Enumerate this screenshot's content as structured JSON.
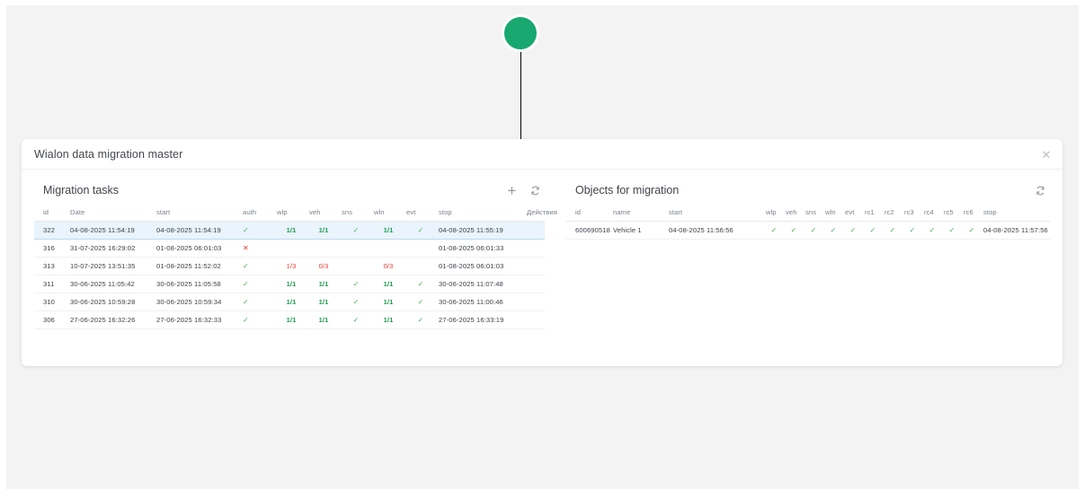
{
  "annotation": {
    "marker_color": "#18a870",
    "points_to": "refresh-icon-migration-tasks"
  },
  "dialog": {
    "title": "Wialon data migration master",
    "close_label": "✕"
  },
  "migration_tasks": {
    "title": "Migration tasks",
    "add_label": "+",
    "refresh_label": "refresh-icon",
    "columns": [
      "id",
      "Date",
      "start",
      "auth",
      "wlp",
      "veh",
      "sns",
      "wln",
      "evt",
      "stop",
      "Действия"
    ],
    "rows": [
      {
        "selected": true,
        "id": "322",
        "date": "04-08-2025 11:54:19",
        "start": "04-08-2025 11:54:19",
        "auth": "✓",
        "auth_state": "ok",
        "wlp": "1/1",
        "wlp_state": "ok",
        "veh": "1/1",
        "veh_state": "ok",
        "sns": "✓",
        "sns_state": "ok",
        "wln": "1/1",
        "wln_state": "ok",
        "evt": "✓",
        "evt_state": "ok",
        "stop": "04-08-2025 11:55:19",
        "actions": ""
      },
      {
        "selected": false,
        "id": "316",
        "date": "31-07-2025 16:29:02",
        "start": "01-08-2025 06:01:03",
        "auth": "✕",
        "auth_state": "bad",
        "wlp": "",
        "wlp_state": "none",
        "veh": "",
        "veh_state": "none",
        "sns": "",
        "sns_state": "none",
        "wln": "",
        "wln_state": "none",
        "evt": "",
        "evt_state": "none",
        "stop": "01-08-2025 06:01:33",
        "actions": ""
      },
      {
        "selected": false,
        "id": "313",
        "date": "10-07-2025 13:51:35",
        "start": "01-08-2025 11:52:02",
        "auth": "✓",
        "auth_state": "ok",
        "wlp": "1/3",
        "wlp_state": "bad",
        "veh": "0/3",
        "veh_state": "bad",
        "sns": "",
        "sns_state": "none",
        "wln": "0/3",
        "wln_state": "bad",
        "evt": "",
        "evt_state": "none",
        "stop": "01-08-2025 06:01:03",
        "actions": ""
      },
      {
        "selected": false,
        "id": "311",
        "date": "30-06-2025 11:05:42",
        "start": "30-06-2025 11:05:58",
        "auth": "✓",
        "auth_state": "ok",
        "wlp": "1/1",
        "wlp_state": "ok",
        "veh": "1/1",
        "veh_state": "ok",
        "sns": "✓",
        "sns_state": "ok",
        "wln": "1/1",
        "wln_state": "ok",
        "evt": "✓",
        "evt_state": "ok",
        "stop": "30-06-2025 11:07:48",
        "actions": ""
      },
      {
        "selected": false,
        "id": "310",
        "date": "30-06-2025 10:59:28",
        "start": "30-06-2025 10:59:34",
        "auth": "✓",
        "auth_state": "ok",
        "wlp": "1/1",
        "wlp_state": "ok",
        "veh": "1/1",
        "veh_state": "ok",
        "sns": "✓",
        "sns_state": "ok",
        "wln": "1/1",
        "wln_state": "ok",
        "evt": "✓",
        "evt_state": "ok",
        "stop": "30-06-2025 11:00:46",
        "actions": ""
      },
      {
        "selected": false,
        "id": "306",
        "date": "27-06-2025 16:32:26",
        "start": "27-06-2025 16:32:33",
        "auth": "✓",
        "auth_state": "ok",
        "wlp": "1/1",
        "wlp_state": "ok",
        "veh": "1/1",
        "veh_state": "ok",
        "sns": "✓",
        "sns_state": "ok",
        "wln": "1/1",
        "wln_state": "ok",
        "evt": "✓",
        "evt_state": "ok",
        "stop": "27-06-2025 16:33:19",
        "actions": ""
      }
    ]
  },
  "objects_for_migration": {
    "title": "Objects for migration",
    "refresh_label": "refresh-icon",
    "columns": [
      "id",
      "name",
      "start",
      "wlp",
      "veh",
      "sns",
      "wln",
      "evt",
      "rc1",
      "rc2",
      "rc3",
      "rc4",
      "rc5",
      "rc6",
      "stop"
    ],
    "rows": [
      {
        "id": "600690518",
        "name": "Vehicle 1",
        "start": "04-08-2025 11:56:56",
        "wlp": "✓",
        "veh": "✓",
        "sns": "✓",
        "wln": "✓",
        "evt": "✓",
        "rc1": "✓",
        "rc2": "✓",
        "rc3": "✓",
        "rc4": "✓",
        "rc5": "✓",
        "rc6": "✓",
        "stop": "04-08-2025 11:57:56"
      }
    ]
  },
  "colors": {
    "ok_green": "#2fab5c",
    "error_red": "#ef3b36",
    "marker_green": "#18a870",
    "selected_row": "#e9f4fc"
  }
}
